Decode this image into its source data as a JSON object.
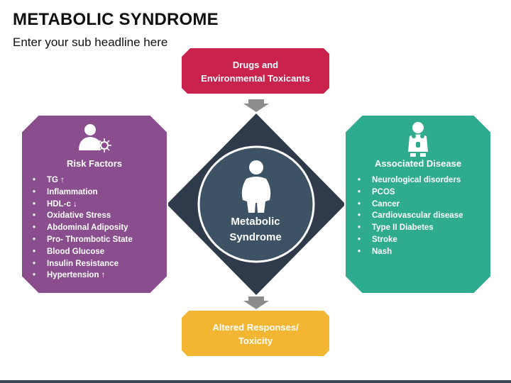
{
  "header": {
    "title": "METABOLIC SYNDROME",
    "subtitle": "Enter your sub headline here"
  },
  "colors": {
    "top_box": "#c8224d",
    "left_panel": "#8a4e8e",
    "right_panel": "#2fab8e",
    "bottom_box": "#f2b632",
    "diamond": "#2f3b4a",
    "center_circle": "#3e5266",
    "arrow": "#8c8c8c",
    "bottom_bar": "#3b4756"
  },
  "top_box": {
    "line1": "Drugs and",
    "line2": "Environmental Toxicants"
  },
  "bottom_box": {
    "line1": "Altered Responses/",
    "line2": "Toxicity"
  },
  "center": {
    "line1": "Metabolic",
    "line2": "Syndrome"
  },
  "left_panel": {
    "icon": "person-virus-icon",
    "title": "Risk Factors",
    "items": [
      "TG ↑",
      "Inflammation",
      "HDL-c ↓",
      "Oxidative Stress",
      "Abdominal Adiposity",
      "Pro- Thrombotic State",
      "Blood Glucose",
      "Insulin Resistance",
      "Hypertension ↑"
    ]
  },
  "right_panel": {
    "icon": "body-organs-icon",
    "title": "Associated Disease",
    "items": [
      "Neurological disorders",
      "PCOS",
      "Cancer",
      "Cardiovascular disease",
      "Type II Diabetes",
      "Stroke",
      "Nash"
    ]
  }
}
